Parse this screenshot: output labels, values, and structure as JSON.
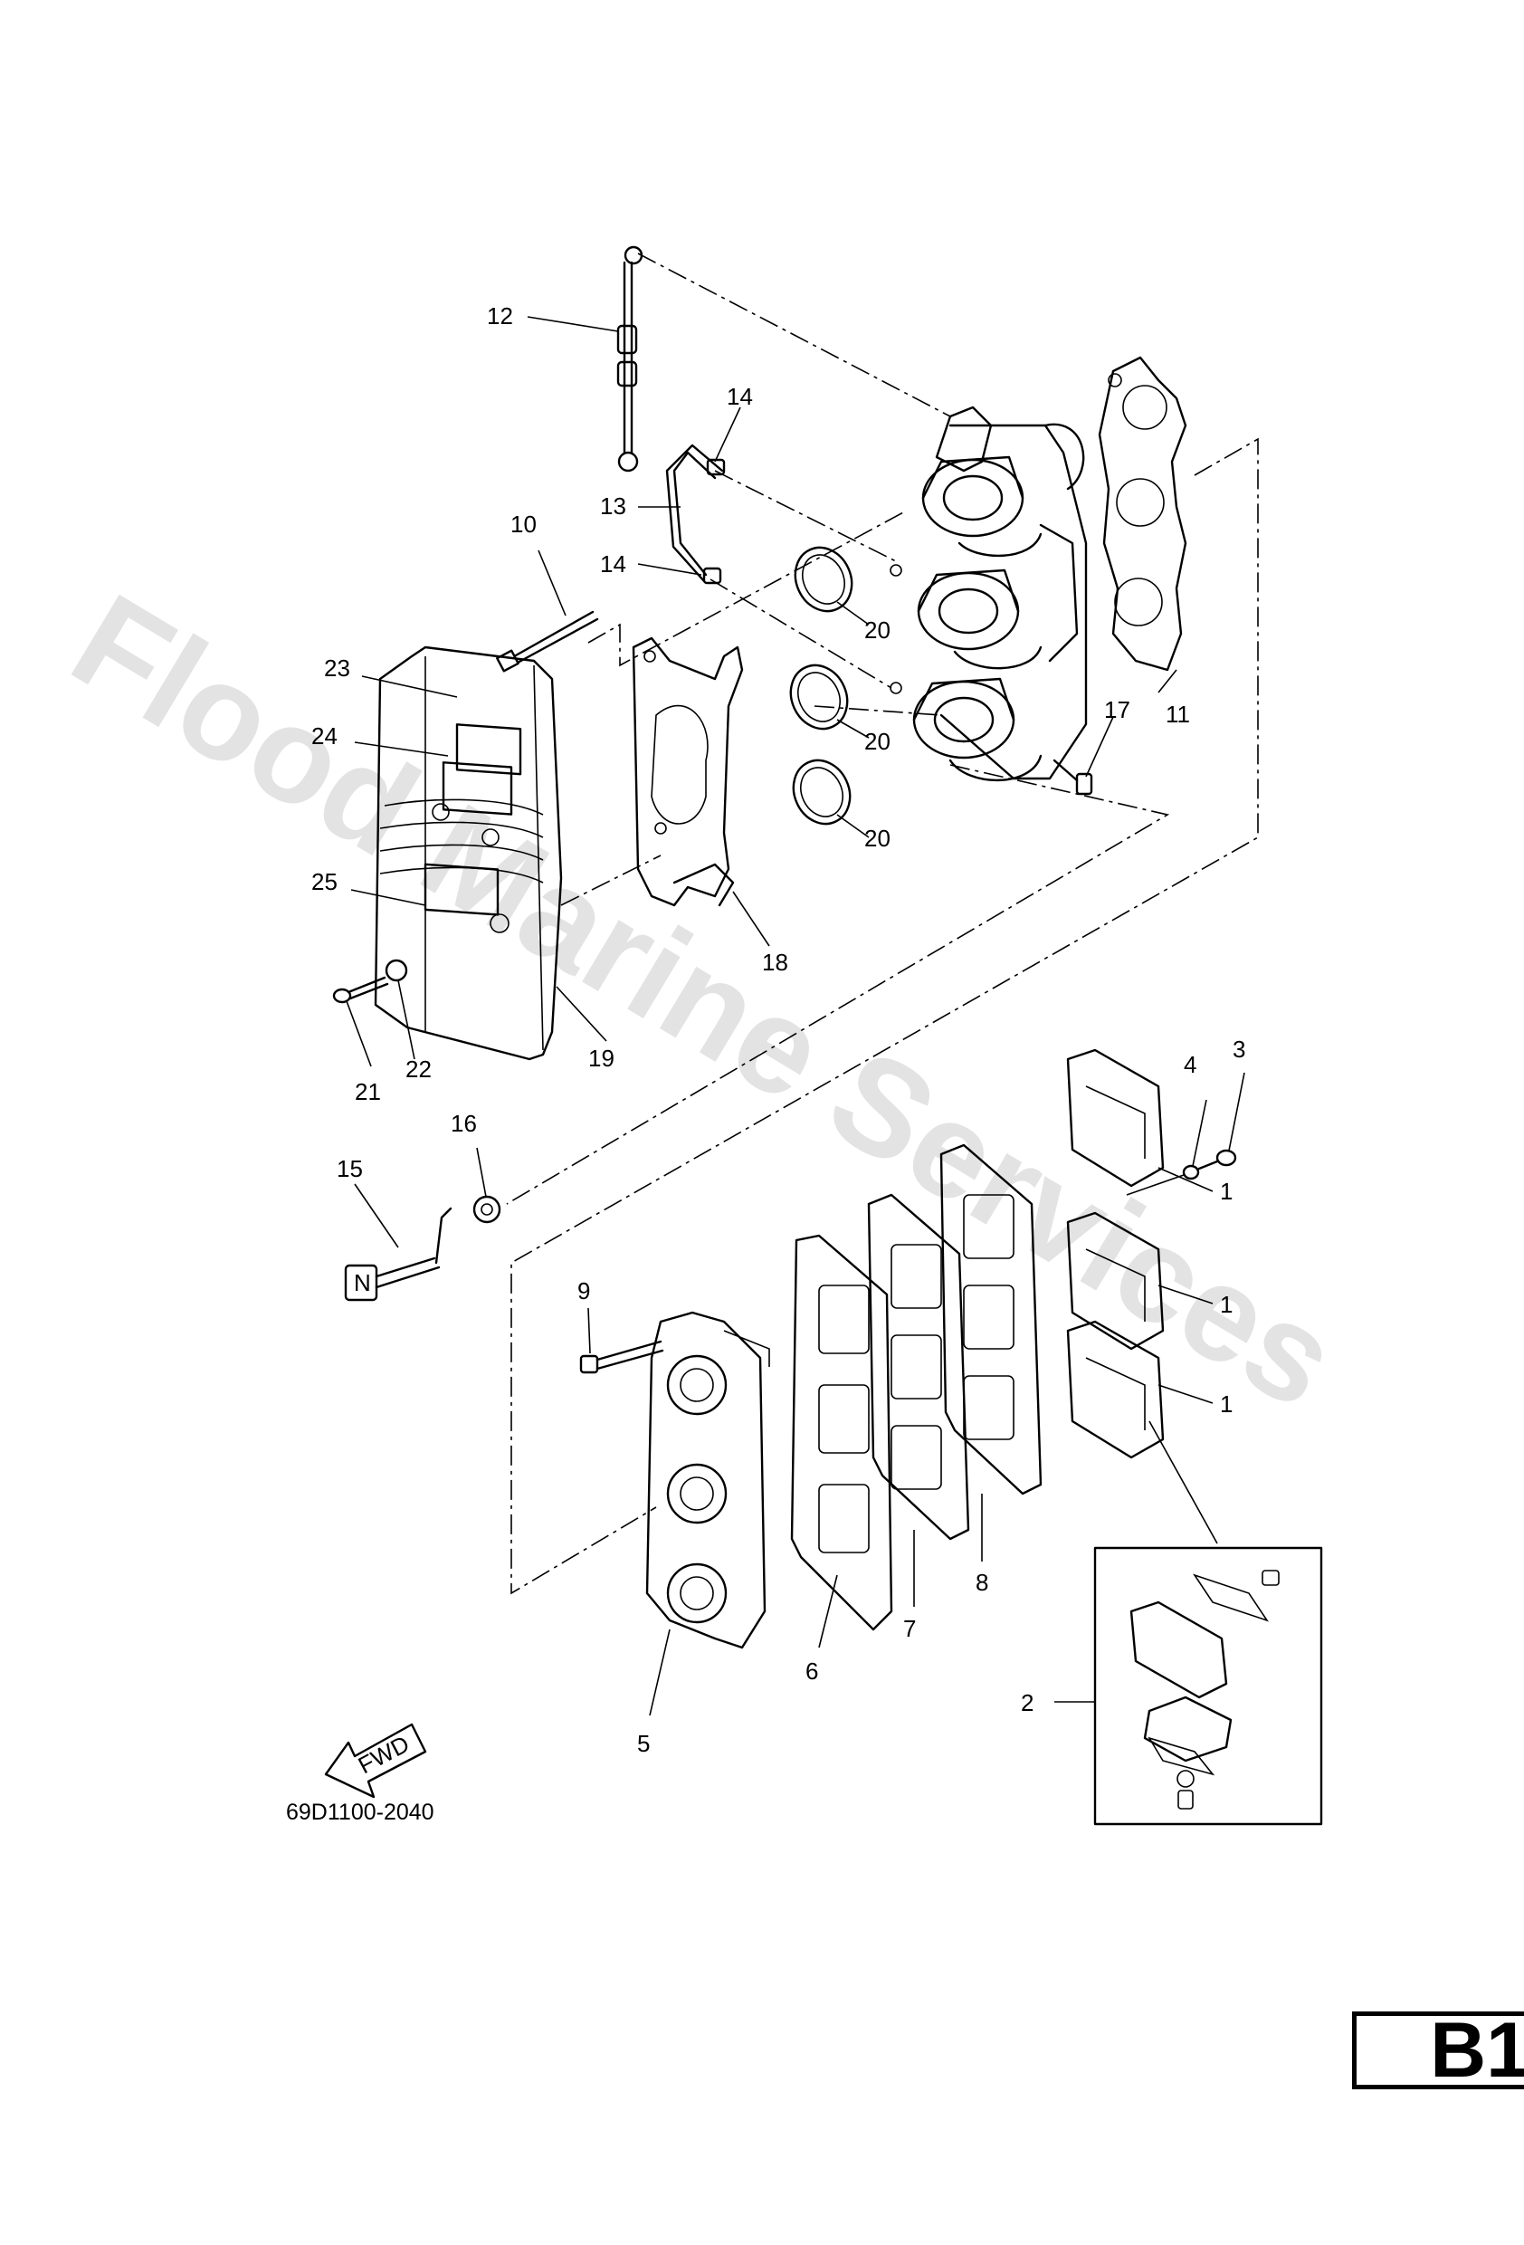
{
  "diagram": {
    "drawing_code": "69D1100-2040",
    "page_code": "B1",
    "watermark": "Flood Marine Services",
    "fwd_label": "FWD",
    "n_mark": "N",
    "callouts": {
      "c1a": "1",
      "c1b": "1",
      "c1c": "1",
      "c2": "2",
      "c3": "3",
      "c4": "4",
      "c5": "5",
      "c6": "6",
      "c7": "7",
      "c8": "8",
      "c9": "9",
      "c10": "10",
      "c11": "11",
      "c12": "12",
      "c13": "13",
      "c14a": "14",
      "c14b": "14",
      "c15": "15",
      "c16": "16",
      "c17": "17",
      "c18": "18",
      "c19": "19",
      "c20a": "20",
      "c20b": "20",
      "c20c": "20",
      "c21": "21",
      "c22": "22",
      "c23": "23",
      "c24": "24",
      "c25": "25"
    }
  }
}
